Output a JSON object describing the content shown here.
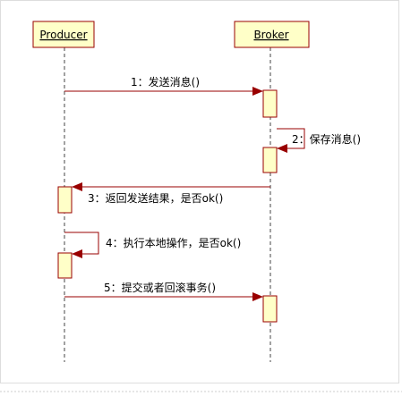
{
  "participants": [
    {
      "name": "Producer"
    },
    {
      "name": "Broker"
    }
  ],
  "messages": [
    {
      "label": "1：发送消息()"
    },
    {
      "label": "2：保存消息()"
    },
    {
      "label": "3：返回发送结果，是否ok()"
    },
    {
      "label": "4：执行本地操作，是否ok()"
    },
    {
      "label": "5：提交或者回滚事务()"
    }
  ],
  "colors": {
    "participant_fill": "#FFFFC8",
    "participant_border": "#990000",
    "activation_fill": "#FFFFC8",
    "arrow": "#990000",
    "lifeline": "#444444",
    "panel_border": "#DDDDDD",
    "panel_bottom_dash": "#CCCCCC"
  }
}
